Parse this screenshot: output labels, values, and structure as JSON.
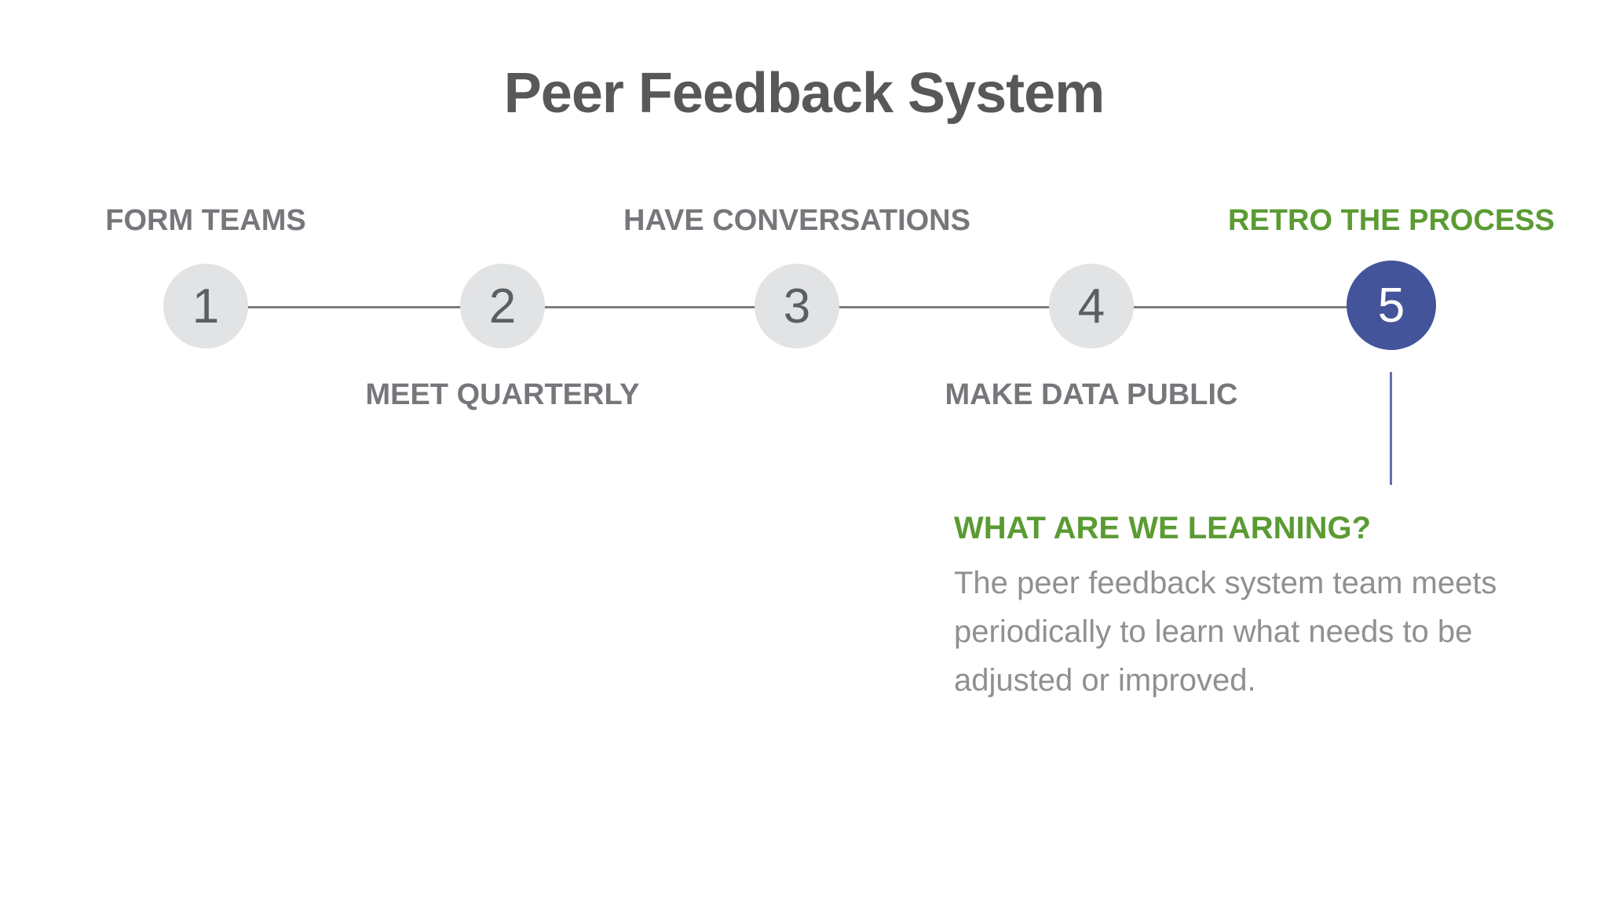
{
  "title": "Peer Feedback System",
  "steps": [
    {
      "number": "1",
      "label": "FORM TEAMS",
      "label_position": "above",
      "highlighted": false
    },
    {
      "number": "2",
      "label": "MEET QUARTERLY",
      "label_position": "below",
      "highlighted": false
    },
    {
      "number": "3",
      "label": "HAVE CONVERSATIONS",
      "label_position": "above",
      "highlighted": false
    },
    {
      "number": "4",
      "label": "MAKE DATA PUBLIC",
      "label_position": "below",
      "highlighted": false
    },
    {
      "number": "5",
      "label": "RETRO THE PROCESS",
      "label_position": "above",
      "highlighted": true
    }
  ],
  "callout": {
    "heading": "WHAT ARE WE LEARNING?",
    "body": "The peer feedback system team meets periodically to learn what needs to be adjusted or improved."
  },
  "colors": {
    "background": "#ffffff",
    "title_text": "#57585a",
    "step_label_gray": "#76777b",
    "step_label_green": "#5a9b33",
    "circle_gray": "#e2e3e4",
    "circle_number_gray": "#5b5f62",
    "highlight_blue": "#44549b",
    "highlight_number": "#ffffff",
    "connector_gray": "#7b7d80",
    "callout_line_blue": "#6570a8",
    "callout_heading_green": "#5a9b33",
    "callout_body_gray": "#8e9093"
  }
}
